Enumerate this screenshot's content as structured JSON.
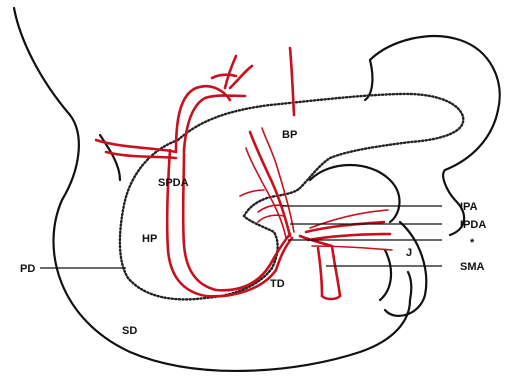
{
  "labels": {
    "bp": "BP",
    "spda": "SPDA",
    "hp": "HP",
    "pd": "PD",
    "td": "TD",
    "sd": "SD",
    "j": "J",
    "ipa": "IPA",
    "ipda": "IPDA",
    "asterisk": "*",
    "sma": "SMA"
  },
  "colors": {
    "artery": "#c8101e",
    "outline": "#111111"
  }
}
